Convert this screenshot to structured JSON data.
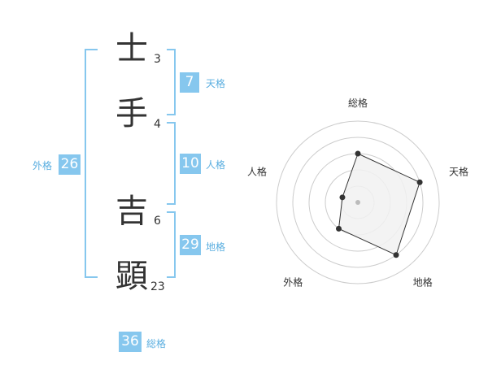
{
  "kanji": [
    {
      "char": "士",
      "strokes": "3"
    },
    {
      "char": "手",
      "strokes": "4"
    },
    {
      "char": "吉",
      "strokes": "6"
    },
    {
      "char": "顕",
      "strokes": "23"
    }
  ],
  "fortunes": {
    "tenkaku": {
      "value": "7",
      "label": "天格"
    },
    "jinkaku": {
      "value": "10",
      "label": "人格"
    },
    "chikaku": {
      "value": "29",
      "label": "地格"
    },
    "gaikaku": {
      "value": "26",
      "label": "外格"
    },
    "soukaku": {
      "value": "36",
      "label": "総格"
    }
  },
  "radar": {
    "axes": [
      "総格",
      "天格",
      "地格",
      "外格",
      "人格"
    ],
    "levels": [
      3,
      4,
      4,
      2,
      1
    ],
    "max_level": 5,
    "colors": {
      "grid": "#cccccc",
      "fill": "#f1f1f1",
      "stroke": "#333333",
      "dot": "#333333"
    }
  },
  "colors": {
    "accent": "#86c7ee",
    "label": "#5aaee0"
  }
}
